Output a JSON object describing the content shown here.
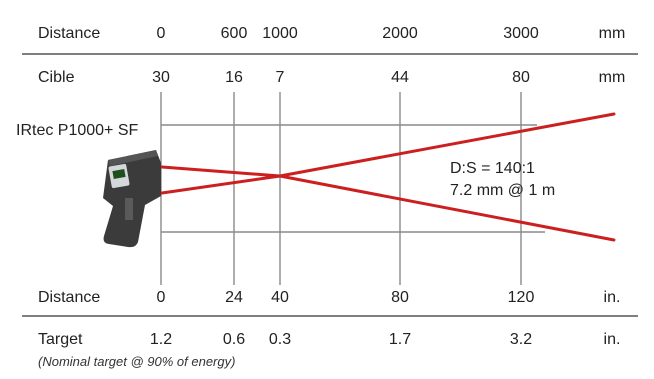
{
  "top_rows": {
    "distance_mm": {
      "label": "Distance",
      "values": [
        "0",
        "600",
        "1000",
        "2000",
        "3000"
      ],
      "unit": "mm"
    },
    "target_mm": {
      "label": "Cible",
      "values": [
        "30",
        "16",
        "7",
        "44",
        "80"
      ],
      "unit": "mm"
    }
  },
  "bottom_rows": {
    "distance_in": {
      "label": "Distance",
      "values": [
        "0",
        "24",
        "40",
        "80",
        "120"
      ],
      "unit": "in."
    },
    "target_in": {
      "label": "Target",
      "values": [
        "1.2",
        "0.6",
        "0.3",
        "1.7",
        "3.2"
      ],
      "unit": "in."
    },
    "note": "(Nominal target @ 90% of energy)"
  },
  "device": {
    "name": "IRtec P1000+ SF",
    "icon": "infrared-thermometer-icon"
  },
  "annotation": {
    "ratio": "D:S = 140:1",
    "spot": "7.2 mm @ 1 m"
  },
  "colors": {
    "beam": "#cc1f1f",
    "grid": "#8a8a8a",
    "text": "#222222",
    "device_body": "#3b3b3b"
  }
}
